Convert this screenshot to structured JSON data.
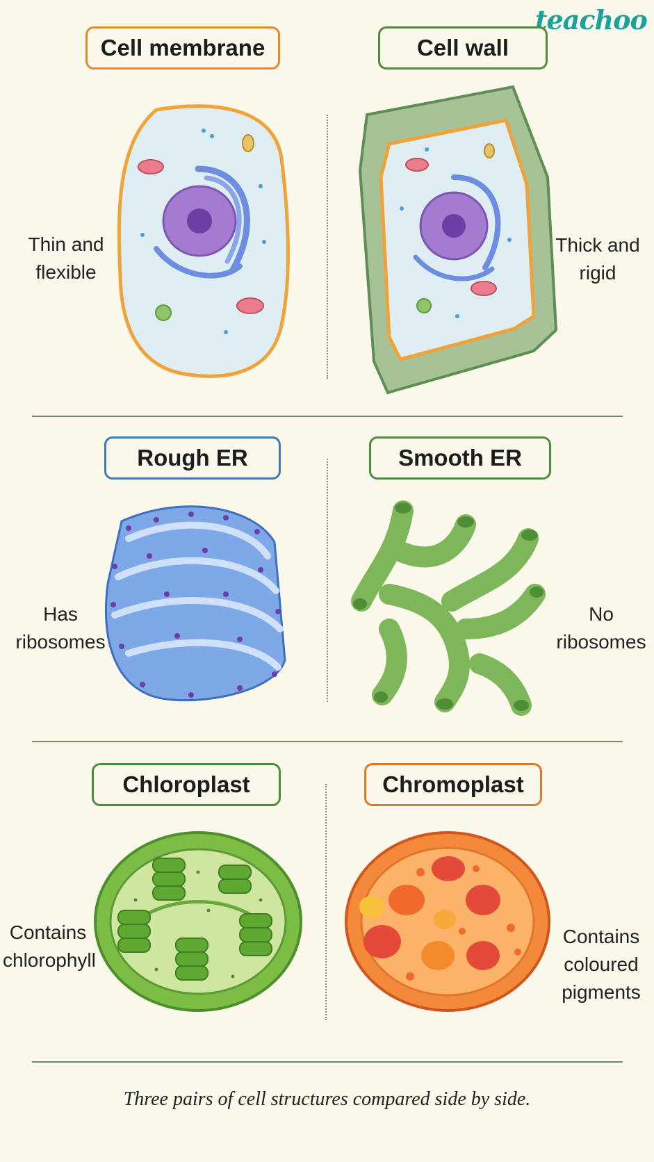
{
  "logo": {
    "text": "teachoo",
    "color": "#1aa39a"
  },
  "pairs": [
    {
      "left": {
        "title": "Cell membrane",
        "description": [
          "Thin and",
          "flexible"
        ],
        "border_color": "#e58a2a"
      },
      "right": {
        "title": "Cell wall",
        "description": [
          "Thick and",
          "rigid"
        ],
        "border_color": "#4f8b3e"
      }
    },
    {
      "left": {
        "title": "Rough ER",
        "description": [
          "Has",
          "ribosomes"
        ],
        "border_color": "#3f7ab5"
      },
      "right": {
        "title": "Smooth ER",
        "description": [
          "No",
          "ribosomes"
        ],
        "border_color": "#4f8b3e"
      }
    },
    {
      "left": {
        "title": "Chloroplast",
        "description": [
          "Contains",
          "chlorophyll"
        ],
        "border_color": "#4f8b3e"
      },
      "right": {
        "title": "Chromoplast",
        "description": [
          "Contains",
          "coloured",
          "pigments"
        ],
        "border_color": "#e0782a"
      }
    }
  ],
  "caption": "Three pairs of cell structures compared side by side."
}
